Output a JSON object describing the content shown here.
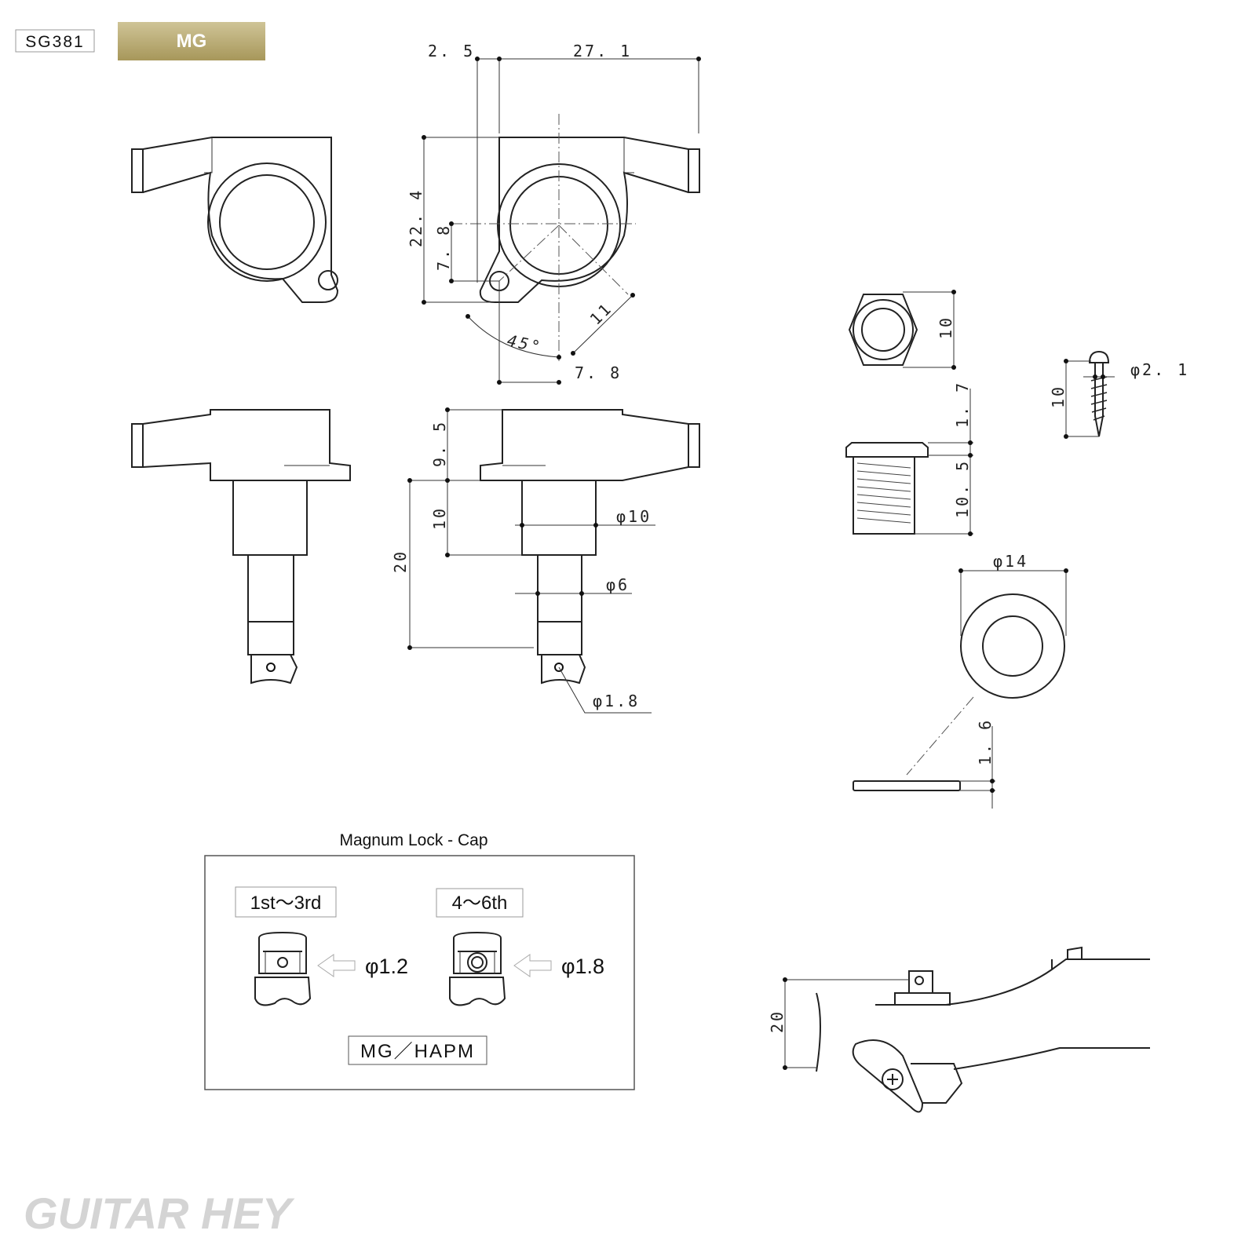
{
  "header": {
    "model": "SG381",
    "finish": "MG"
  },
  "finish_color": "#b5a66e",
  "top_view": {
    "dim_offset": "2. 5",
    "dim_length": "27. 1",
    "dim_height": "22. 4",
    "dim_hole_v": "7. 8",
    "dim_hole_h": "7. 8",
    "dim_radius": "11",
    "dim_angle": "45°"
  },
  "side_view": {
    "dim_cap": "9. 5",
    "dim_shaft": "10",
    "dim_post": "20",
    "dim_shaft_dia": "φ10",
    "dim_post_dia": "φ6",
    "dim_hole_dia": "φ1.8"
  },
  "parts": {
    "nut_size": "10",
    "bushing_flange": "1. 7",
    "bushing_length": "10. 5",
    "screw_dia": "φ2. 1",
    "screw_length": "10",
    "washer_dia": "φ14",
    "washer_thickness": "1. 6"
  },
  "magnum_lock": {
    "title": "Magnum Lock - Cap",
    "cap_a_label": "1st～3rd",
    "cap_a_hole": "φ1.2",
    "cap_b_label": "4～6th",
    "cap_b_hole": "φ1.8",
    "series": "MG／HAPM"
  },
  "installed_view": {
    "height": "20"
  },
  "watermark": "GUITAR HEY"
}
